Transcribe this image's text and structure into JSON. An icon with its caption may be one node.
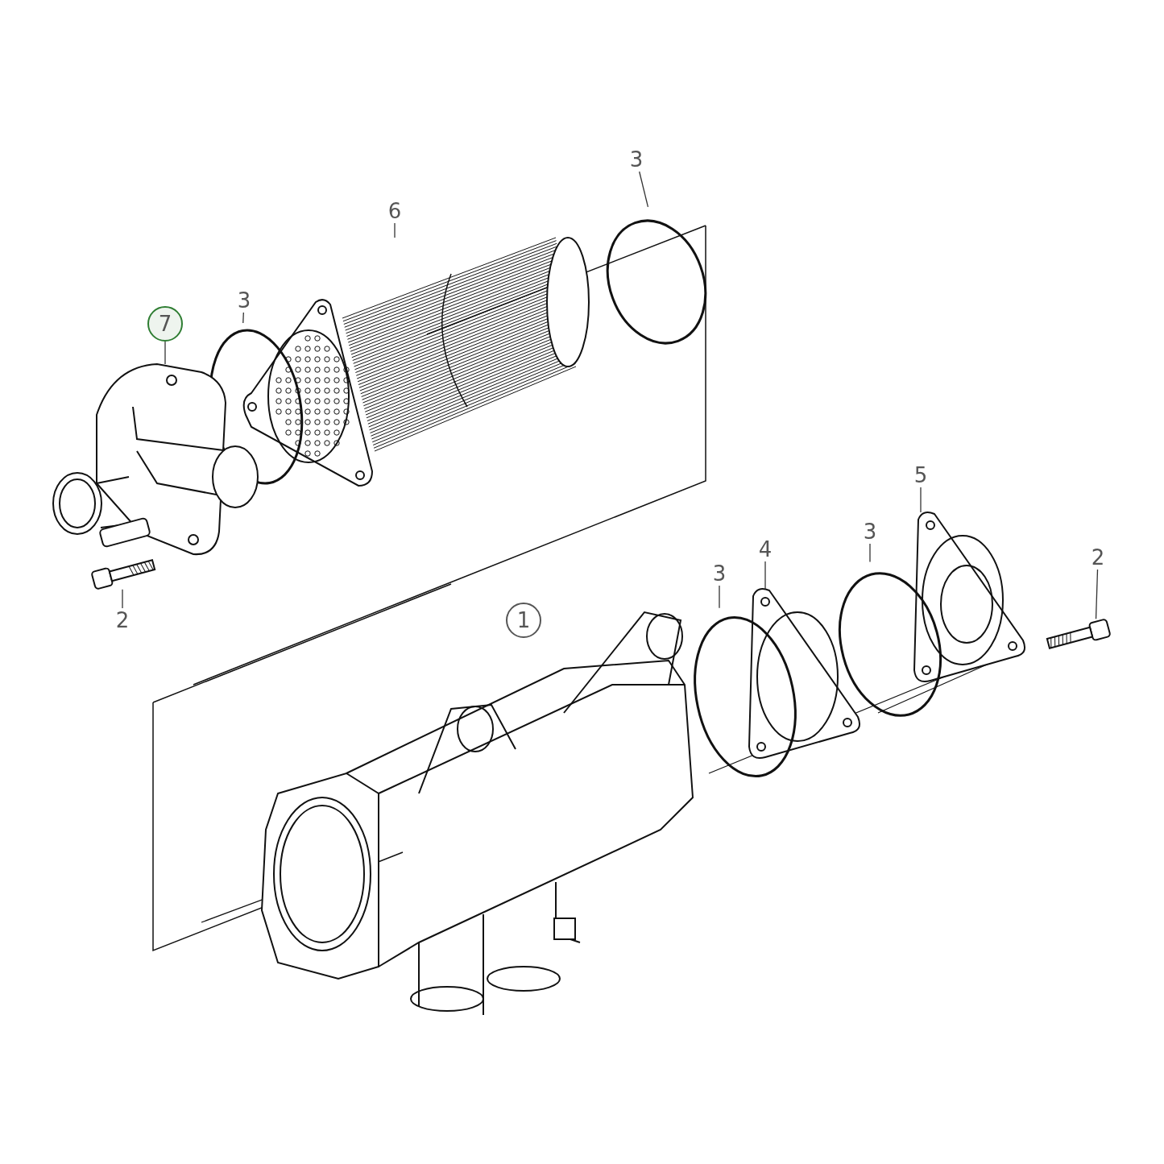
{
  "diagram": {
    "nodes": [
      {
        "text": [
          "3"
        ]
      },
      {
        "text": [
          "6"
        ]
      },
      {
        "text": [
          "3"
        ]
      },
      {
        "text": [
          "7"
        ]
      },
      {
        "text": [
          "2"
        ]
      },
      {
        "text": [
          "1"
        ]
      },
      {
        "text": [
          "5"
        ]
      },
      {
        "text": [
          "4"
        ]
      },
      {
        "text": [
          "3"
        ]
      },
      {
        "text": [
          "2"
        ]
      },
      {
        "text": [
          "3"
        ]
      },
      {
        "text": [],
        "shape": "circle"
      },
      {
        "text": [],
        "shape": "picture"
      },
      {
        "text": [],
        "shape": "circle"
      },
      {
        "text": [],
        "shape": "picture"
      },
      {
        "text": [],
        "shape": "picture"
      },
      {
        "text": [],
        "shape": "picture"
      },
      {
        "text": [],
        "shape": "picture"
      },
      {
        "text": [],
        "shape": "circle"
      },
      {
        "text": [],
        "shape": "picture"
      },
      {
        "text": [],
        "shape": "circle"
      }
    ],
    "edges": [
      {
        "from": 0,
        "to": 11,
        "arrow": "none"
      },
      {
        "from": 1,
        "to": 12,
        "arrow": "none"
      },
      {
        "from": 2,
        "to": 13,
        "arrow": "none"
      },
      {
        "from": 3,
        "to": 14,
        "arrow": "none"
      },
      {
        "from": 4,
        "to": 15,
        "arrow": "none"
      },
      {
        "from": 6,
        "to": 16,
        "arrow": "none"
      },
      {
        "from": 7,
        "to": 17,
        "arrow": "none"
      },
      {
        "from": 8,
        "to": 18,
        "arrow": "none"
      },
      {
        "from": 9,
        "to": 19,
        "arrow": "none"
      },
      {
        "from": 10,
        "to": 20,
        "arrow": "none"
      }
    ]
  }
}
